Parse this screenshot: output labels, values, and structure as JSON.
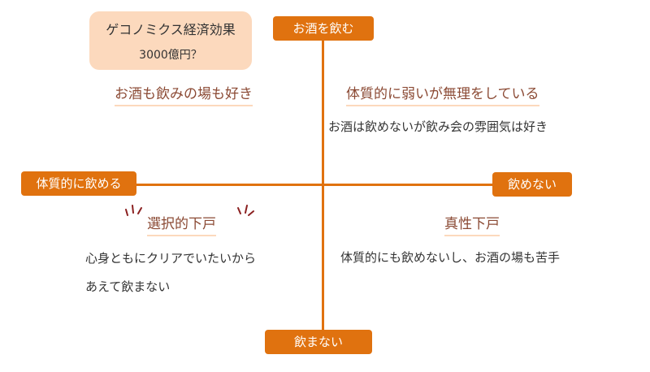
{
  "colors": {
    "accent": "#e0720f",
    "callout_bg": "#fcd9bd",
    "heading": "#8b4a34"
  },
  "callout": {
    "line1": "ゲコノミクス経済効果",
    "line2": "3000億円？"
  },
  "axes": {
    "top": "お酒を飲む",
    "left": "体質的に飲める",
    "right": "飲めない",
    "bottom": "飲まない"
  },
  "quadrants": {
    "top_left": {
      "heading": "お酒も飲みの場も好き"
    },
    "top_right": {
      "heading": "体質的に弱いが無理をしている",
      "body": "お酒は飲めないが飲み会の雰囲気は好き"
    },
    "bottom_left": {
      "heading": "選択的下戸",
      "body_line1": "心身ともにクリアでいたいから",
      "body_line2": "あえて飲まない"
    },
    "bottom_right": {
      "heading": "真性下戸",
      "body": "体質的にも飲めないし、お酒の場も苦手"
    }
  },
  "icons": {
    "emphasis": "emphasis-marks-icon"
  }
}
